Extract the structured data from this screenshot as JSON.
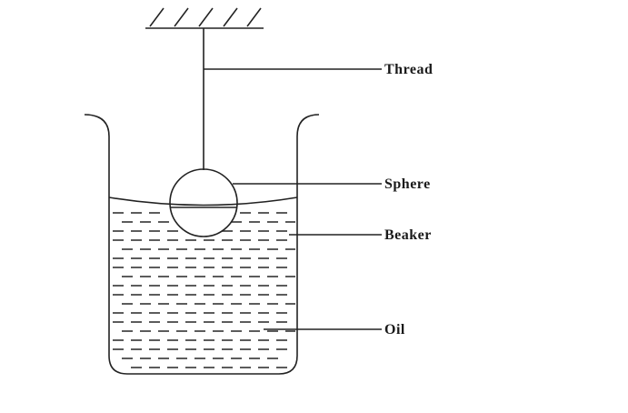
{
  "labels": {
    "thread": "Thread",
    "sphere": "Sphere",
    "beaker": "Beaker",
    "oil": "Oil"
  },
  "colors": {
    "line": "#222222",
    "background": "#ffffff"
  }
}
